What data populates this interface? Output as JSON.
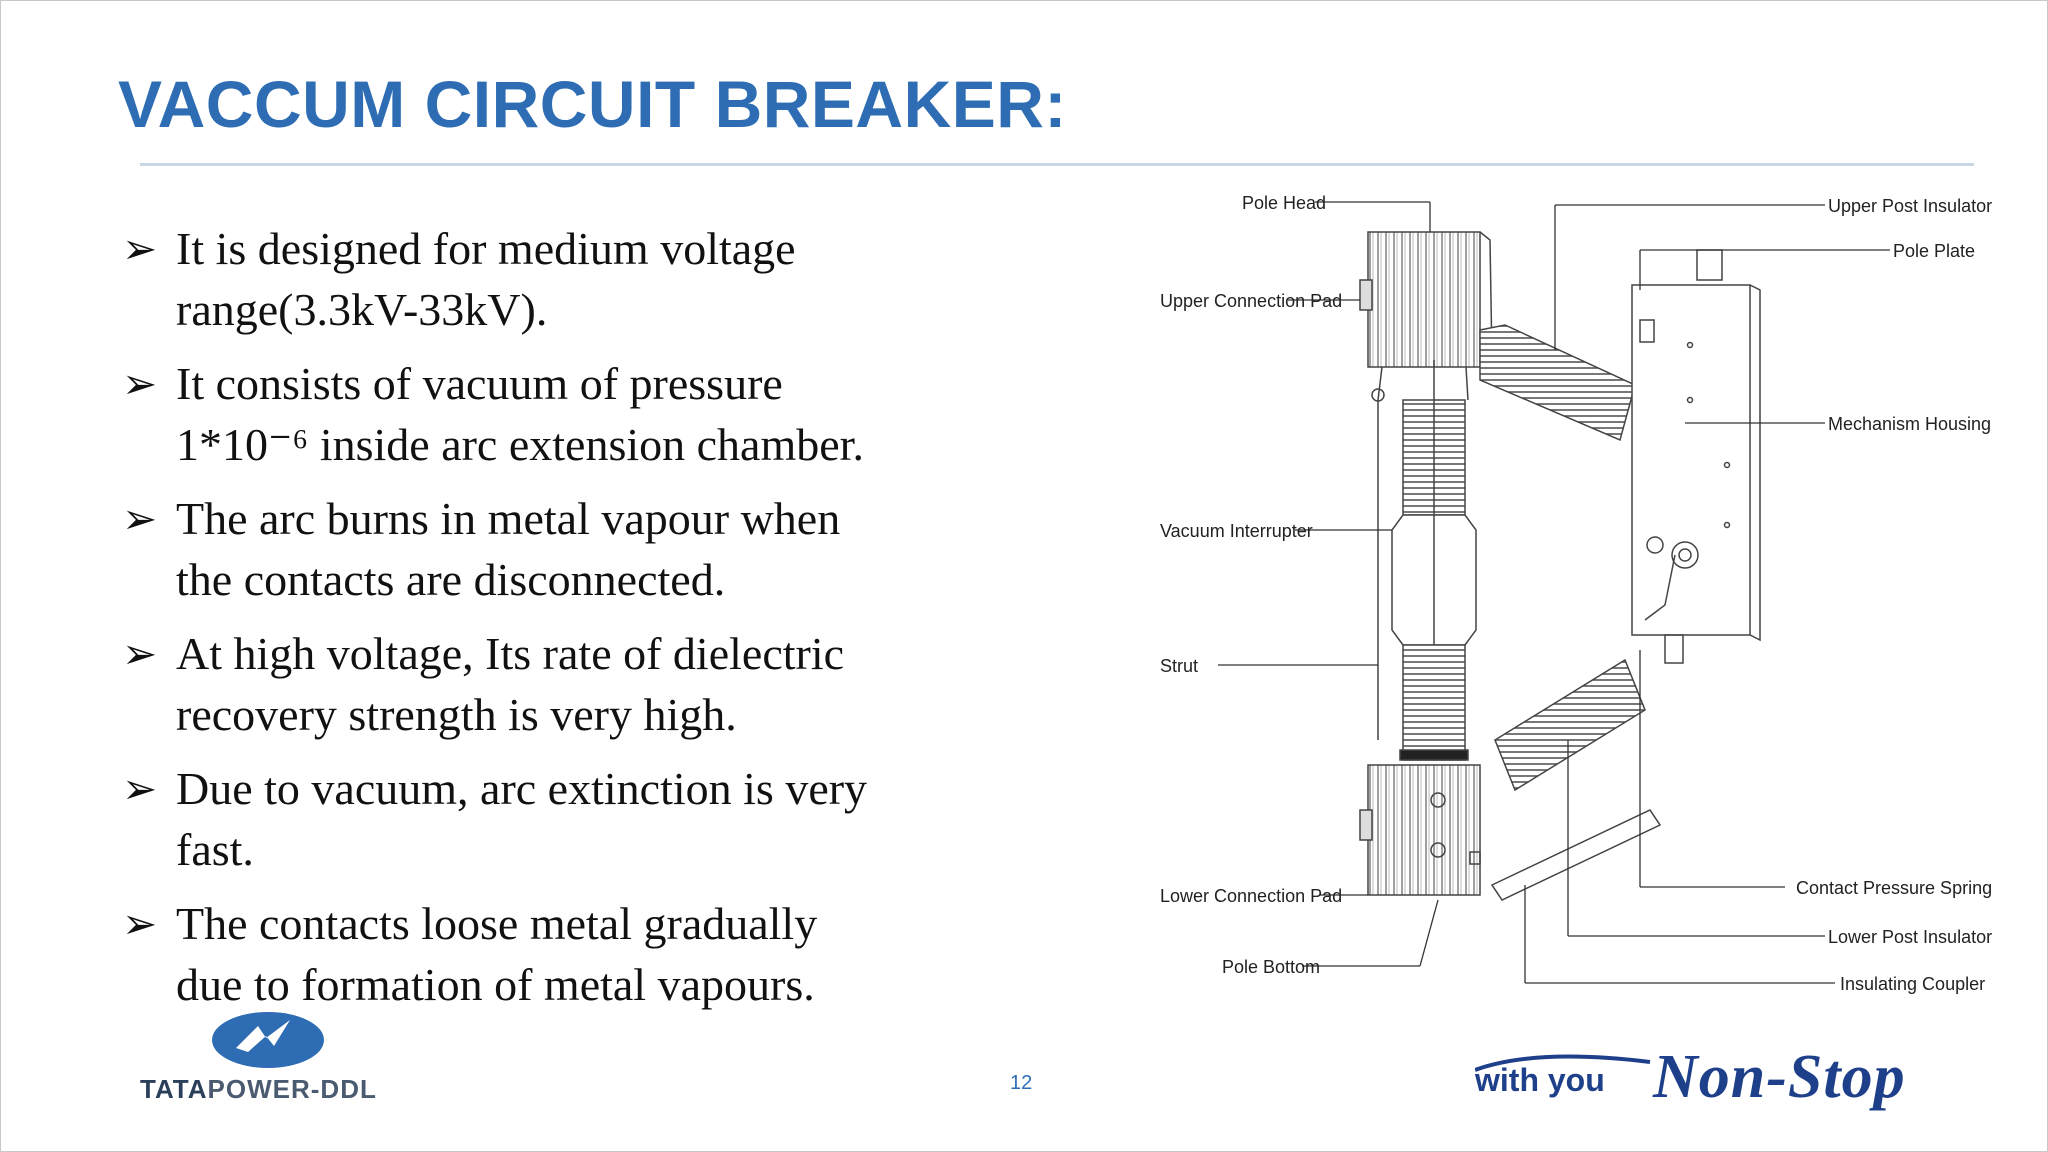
{
  "slide": {
    "title": "VACCUM CIRCUIT BREAKER:",
    "page_number": "12"
  },
  "bullets": [
    {
      "line1": "It is designed for medium voltage",
      "line2": "range(3.3kV-33kV)."
    },
    {
      "line1": "It consists of vacuum of pressure",
      "line2": "1*10⁻⁶ inside arc extension chamber."
    },
    {
      "line1": "The arc burns in metal vapour when",
      "line2": "the contacts are disconnected."
    },
    {
      "line1": "At high voltage, Its rate of dielectric",
      "line2": "recovery strength is very high."
    },
    {
      "line1": "Due to vacuum, arc extinction is very",
      "line2": "fast."
    },
    {
      "line1": "The contacts loose metal gradually",
      "line2": "due to formation of metal vapours."
    }
  ],
  "diagram": {
    "labels": {
      "pole_head": "Pole Head",
      "upper_connection_pad": "Upper Connection Pad",
      "vacuum_interrupter": "Vacuum Interrupter",
      "strut": "Strut",
      "lower_connection_pad": "Lower Connection Pad",
      "pole_bottom": "Pole Bottom",
      "upper_post_insulator": "Upper Post Insulator",
      "pole_plate": "Pole Plate",
      "mechanism_housing": "Mechanism Housing",
      "contact_pressure_spring": "Contact Pressure Spring",
      "lower_post_insulator": "Lower Post Insulator",
      "insulating_coupler": "Insulating Coupler"
    }
  },
  "footer": {
    "logo_tata": "TATA",
    "logo_rest": "POWER-DDL",
    "tagline_small": "with you",
    "tagline_big": "Non-Stop"
  },
  "colors": {
    "title": "#2e6db4",
    "rule": "#c9d6e6",
    "logo_blue": "#2e6db4",
    "tagline": "#1e3f8a"
  }
}
